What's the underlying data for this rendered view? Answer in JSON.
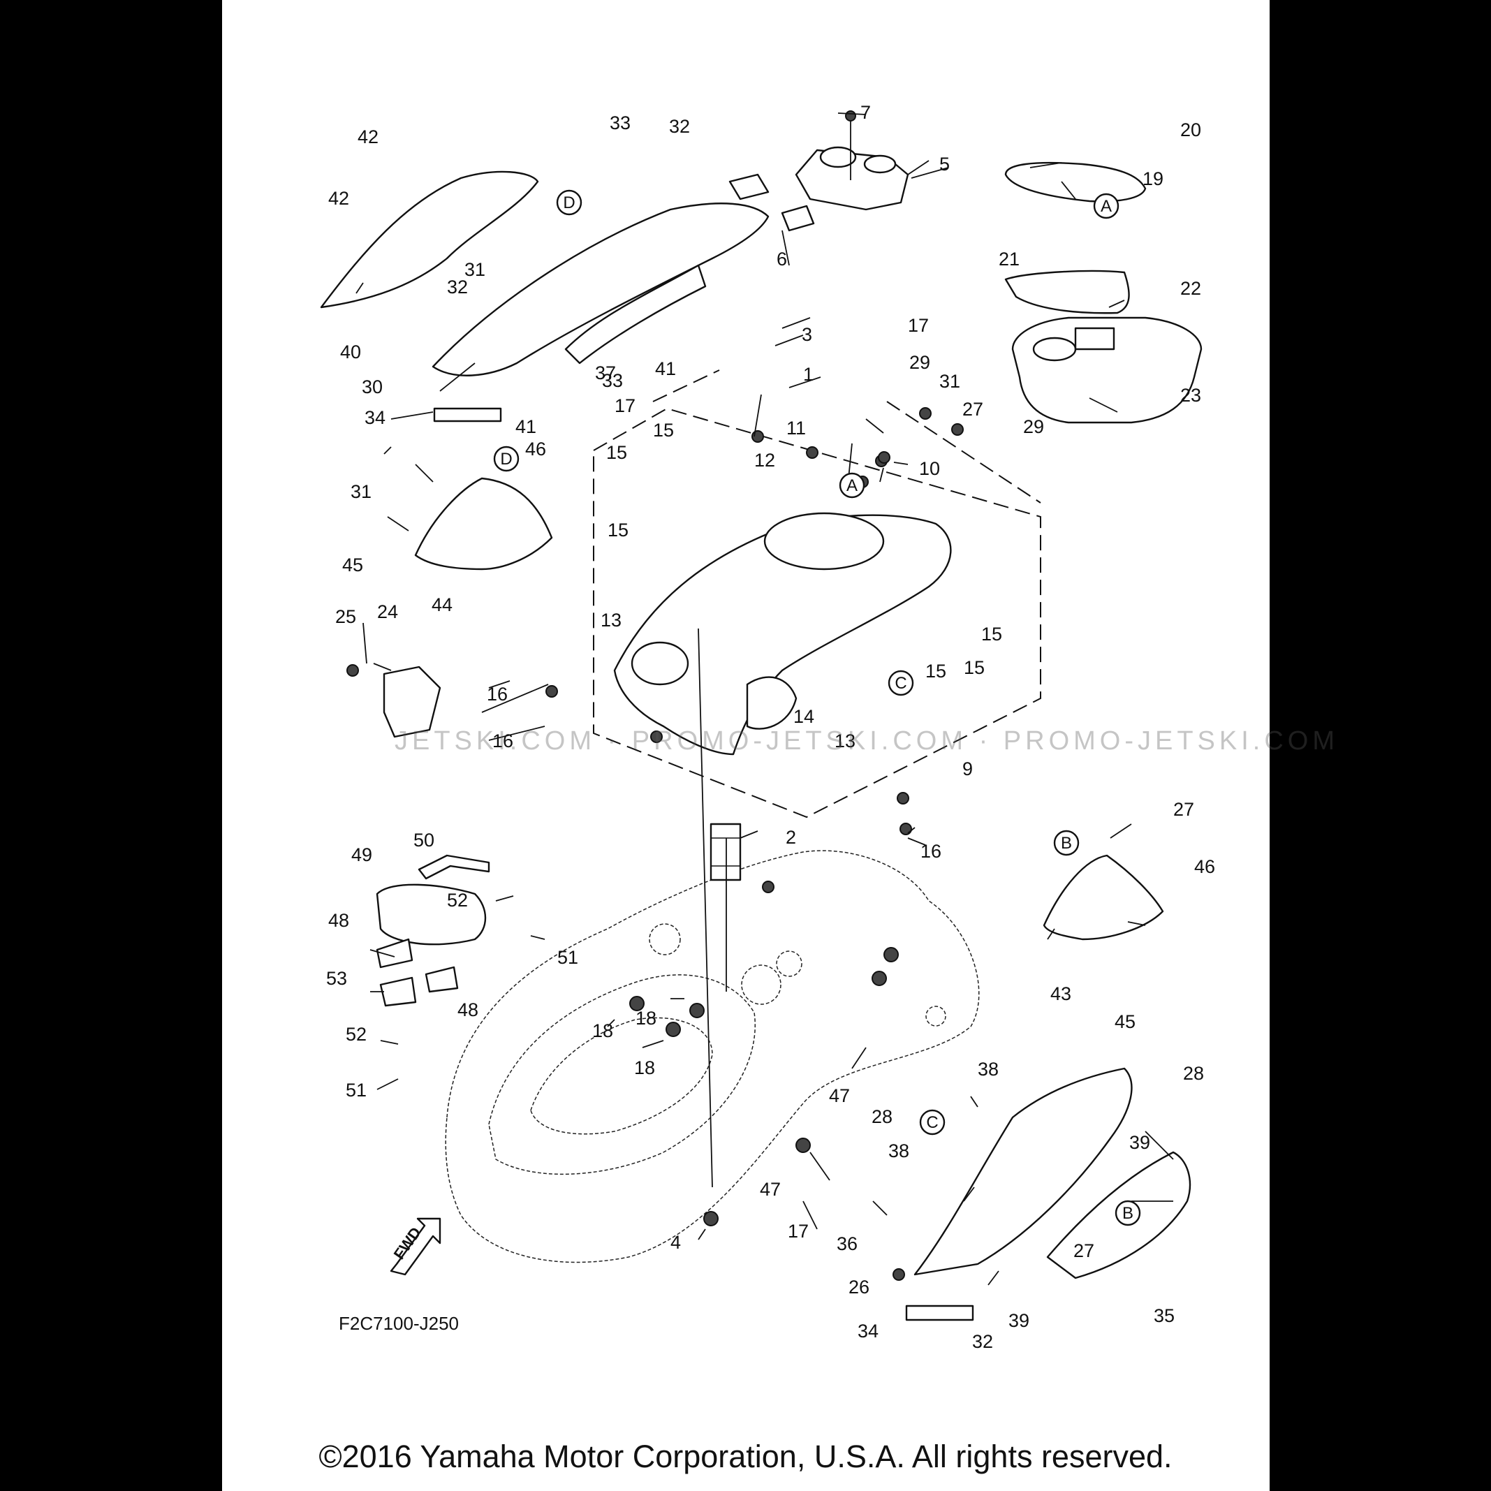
{
  "diagram": {
    "figure_code": "F2C7100-J250",
    "direction_arrow_label": "FWD",
    "watermark": "JETSKI.COM · PROMO-JETSKI.COM · PROMO-JETSKI.COM",
    "copyright": "©2016 Yamaha Motor Corporation, U.S.A. All rights reserved."
  },
  "callouts": [
    {
      "id": "c1",
      "text": "1"
    },
    {
      "id": "c2",
      "text": "2"
    },
    {
      "id": "c3",
      "text": "3"
    },
    {
      "id": "c4",
      "text": "4"
    },
    {
      "id": "c5",
      "text": "5"
    },
    {
      "id": "c6",
      "text": "6"
    },
    {
      "id": "c7",
      "text": "7"
    },
    {
      "id": "c9",
      "text": "9"
    },
    {
      "id": "c10",
      "text": "10"
    },
    {
      "id": "c11",
      "text": "11"
    },
    {
      "id": "c12",
      "text": "12"
    },
    {
      "id": "c13a",
      "text": "13"
    },
    {
      "id": "c13b",
      "text": "13"
    },
    {
      "id": "c14",
      "text": "14"
    },
    {
      "id": "c15a",
      "text": "15"
    },
    {
      "id": "c15b",
      "text": "15"
    },
    {
      "id": "c15c",
      "text": "15"
    },
    {
      "id": "c15d",
      "text": "15"
    },
    {
      "id": "c15e",
      "text": "15"
    },
    {
      "id": "c15f",
      "text": "15"
    },
    {
      "id": "c16a",
      "text": "16"
    },
    {
      "id": "c16b",
      "text": "16"
    },
    {
      "id": "c16c",
      "text": "16"
    },
    {
      "id": "c17a",
      "text": "17"
    },
    {
      "id": "c17b",
      "text": "17"
    },
    {
      "id": "c17c",
      "text": "17"
    },
    {
      "id": "c18a",
      "text": "18"
    },
    {
      "id": "c18b",
      "text": "18"
    },
    {
      "id": "c18c",
      "text": "18"
    },
    {
      "id": "c19",
      "text": "19"
    },
    {
      "id": "c20",
      "text": "20"
    },
    {
      "id": "c21",
      "text": "21"
    },
    {
      "id": "c22",
      "text": "22"
    },
    {
      "id": "c23",
      "text": "23"
    },
    {
      "id": "c24",
      "text": "24"
    },
    {
      "id": "c25",
      "text": "25"
    },
    {
      "id": "c26",
      "text": "26"
    },
    {
      "id": "c27a",
      "text": "27"
    },
    {
      "id": "c27b",
      "text": "27"
    },
    {
      "id": "c27c",
      "text": "27"
    },
    {
      "id": "c28a",
      "text": "28"
    },
    {
      "id": "c28b",
      "text": "28"
    },
    {
      "id": "c29a",
      "text": "29"
    },
    {
      "id": "c29b",
      "text": "29"
    },
    {
      "id": "c30",
      "text": "30"
    },
    {
      "id": "c31a",
      "text": "31"
    },
    {
      "id": "c31b",
      "text": "31"
    },
    {
      "id": "c31c",
      "text": "31"
    },
    {
      "id": "c32a",
      "text": "32"
    },
    {
      "id": "c32b",
      "text": "32"
    },
    {
      "id": "c32c",
      "text": "32"
    },
    {
      "id": "c33a",
      "text": "33"
    },
    {
      "id": "c33b",
      "text": "33"
    },
    {
      "id": "c34a",
      "text": "34"
    },
    {
      "id": "c34b",
      "text": "34"
    },
    {
      "id": "c35",
      "text": "35"
    },
    {
      "id": "c36",
      "text": "36"
    },
    {
      "id": "c37",
      "text": "37"
    },
    {
      "id": "c38a",
      "text": "38"
    },
    {
      "id": "c38b",
      "text": "38"
    },
    {
      "id": "c39a",
      "text": "39"
    },
    {
      "id": "c39b",
      "text": "39"
    },
    {
      "id": "c40",
      "text": "40"
    },
    {
      "id": "c41a",
      "text": "41"
    },
    {
      "id": "c41b",
      "text": "41"
    },
    {
      "id": "c42a",
      "text": "42"
    },
    {
      "id": "c42b",
      "text": "42"
    },
    {
      "id": "c43",
      "text": "43"
    },
    {
      "id": "c44",
      "text": "44"
    },
    {
      "id": "c45a",
      "text": "45"
    },
    {
      "id": "c45b",
      "text": "45"
    },
    {
      "id": "c46a",
      "text": "46"
    },
    {
      "id": "c46b",
      "text": "46"
    },
    {
      "id": "c47a",
      "text": "47"
    },
    {
      "id": "c47b",
      "text": "47"
    },
    {
      "id": "c48a",
      "text": "48"
    },
    {
      "id": "c48b",
      "text": "48"
    },
    {
      "id": "c49",
      "text": "49"
    },
    {
      "id": "c50",
      "text": "50"
    },
    {
      "id": "c51a",
      "text": "51"
    },
    {
      "id": "c51b",
      "text": "51"
    },
    {
      "id": "c52a",
      "text": "52"
    },
    {
      "id": "c52b",
      "text": "52"
    },
    {
      "id": "c53",
      "text": "53"
    }
  ],
  "reference_letters": [
    {
      "id": "rA1",
      "text": "A"
    },
    {
      "id": "rA2",
      "text": "A"
    },
    {
      "id": "rB1",
      "text": "B"
    },
    {
      "id": "rB2",
      "text": "B"
    },
    {
      "id": "rC1",
      "text": "C"
    },
    {
      "id": "rC2",
      "text": "C"
    },
    {
      "id": "rD1",
      "text": "D"
    },
    {
      "id": "rD2",
      "text": "D"
    }
  ]
}
